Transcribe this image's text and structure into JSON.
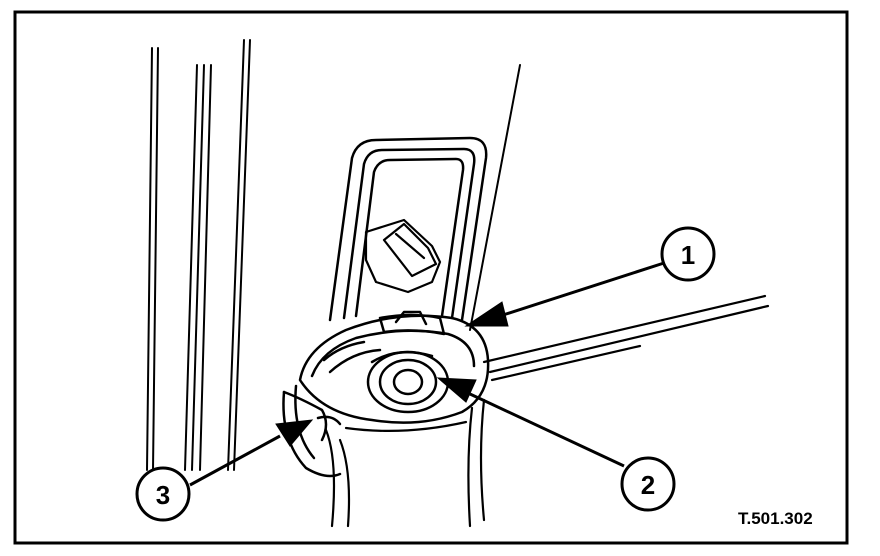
{
  "callouts": [
    {
      "label": "1"
    },
    {
      "label": "2"
    },
    {
      "label": "3"
    }
  ],
  "figure_code": "T.501.302"
}
